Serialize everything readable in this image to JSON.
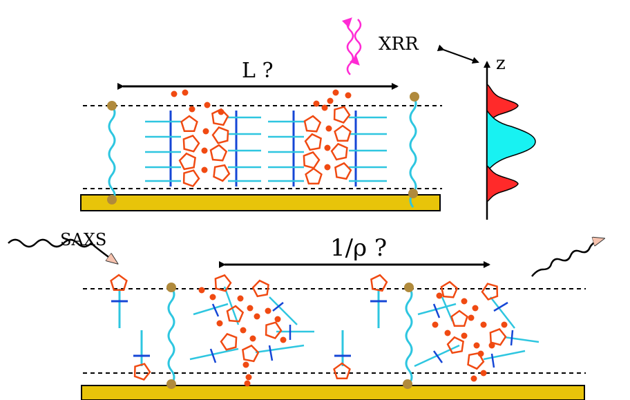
{
  "labels": {
    "xrr": "XRR",
    "z_axis": "z",
    "length": "L ?",
    "saxs": "SAXS",
    "density": "1/ρ ?"
  },
  "colors": {
    "substrate": "#e8c40a",
    "substrate_edge": "#000000",
    "chain": "#2ec6e0",
    "headgroup_bar": "#1546d6",
    "sugar_ring": "#f04a12",
    "ion_dot": "#f04a12",
    "anchor_bead": "#b08a3c",
    "xrr_wave": "#ff2ad4",
    "saxs_arrow": "#f6c2ae",
    "profile_outer": "#ff2a2a",
    "profile_center": "#18f2f2"
  },
  "icons": {
    "xrr_beam": "wavy-double-arrow-icon",
    "saxs_beam": "wavy-arrow-icon",
    "sugar": "pentagon-icon",
    "ion": "dot-icon",
    "anchor": "bead-icon"
  }
}
